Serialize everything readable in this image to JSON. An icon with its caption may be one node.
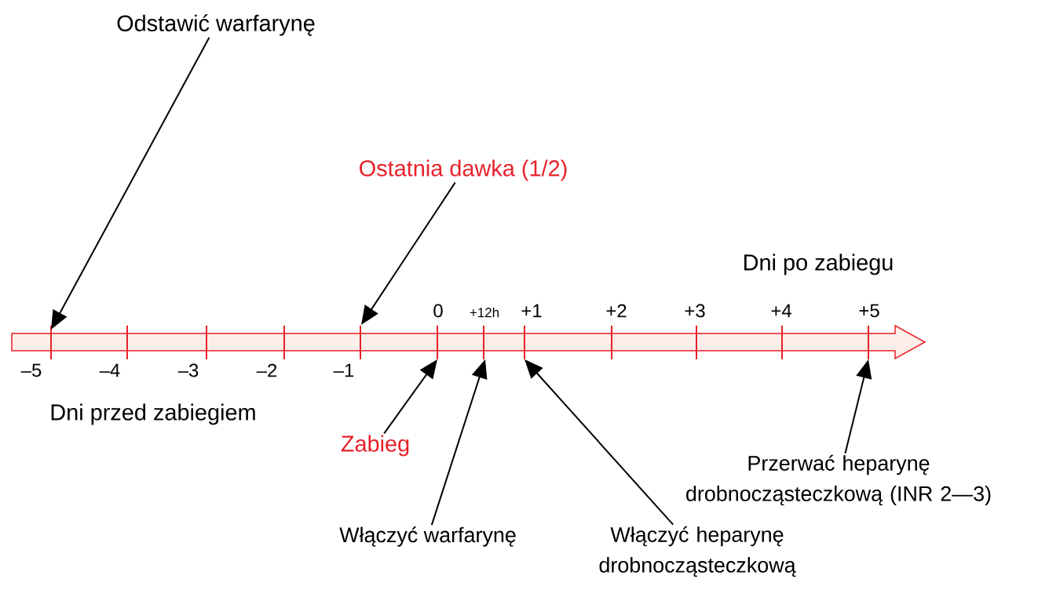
{
  "diagram": {
    "nodes": [
      {
        "text": [
          "Odstawić warfarynę"
        ]
      },
      {
        "text": [
          "Ostatnia dawka (1/2)"
        ]
      },
      {
        "text": [
          "Zabieg"
        ]
      },
      {
        "text": [
          "Włączyć warfarynę"
        ]
      },
      {
        "text": [
          "Włączyć heparynę drobnocząsteczkową"
        ]
      },
      {
        "text": [
          "Przerwać heparynę drobnocząsteczkową (INR 2—3)"
        ]
      }
    ],
    "edges": [
      {
        "from": 0,
        "to": null,
        "arrow": "to"
      },
      {
        "from": 1,
        "to": null,
        "arrow": "to"
      },
      {
        "from": 2,
        "to": null,
        "arrow": "to"
      },
      {
        "from": 3,
        "to": null,
        "arrow": "to"
      },
      {
        "from": 4,
        "to": null,
        "arrow": "to"
      },
      {
        "from": 5,
        "to": null,
        "arrow": "to"
      }
    ],
    "labels": [
      "Dni po zabiegu",
      "0",
      "+12h",
      "+1",
      "+2",
      "+3",
      "+4",
      "+5",
      "–5",
      "–4",
      "–3",
      "–2",
      "–1",
      "Dni przed zabiegiem"
    ]
  }
}
